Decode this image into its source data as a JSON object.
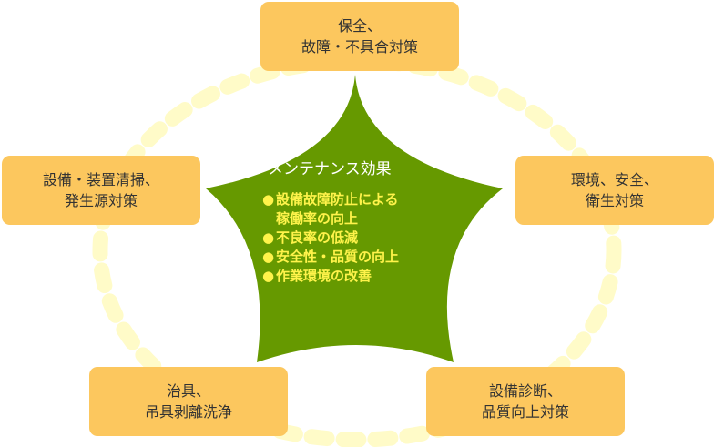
{
  "center": {
    "title": "メンテナンス効果",
    "bullet": "●",
    "effects": [
      {
        "line1": "設備故障防止による",
        "line2": "稼働率の向上"
      },
      {
        "line1": "不良率の低減"
      },
      {
        "line1": "安全性・品質の向上"
      },
      {
        "line1": "作業環境の改善"
      }
    ]
  },
  "boxes": {
    "top": {
      "line1": "保全、",
      "line2": "故障・不具合対策"
    },
    "left": {
      "line1": "設備・装置清掃、",
      "line2": "発生源対策"
    },
    "right": {
      "line1": "環境、安全、",
      "line2": "衛生対策"
    },
    "bottom_left": {
      "line1": "治具、",
      "line2": "吊具剥離洗浄"
    },
    "bottom_right": {
      "line1": "設備診断、",
      "line2": "品質向上対策"
    }
  },
  "colors": {
    "box_fill": "#FCC75E",
    "star_fill": "#669900",
    "ring_dash": "#FFFBC8",
    "title_text": "#FFFFFF",
    "effect_text": "#FFF34A"
  }
}
